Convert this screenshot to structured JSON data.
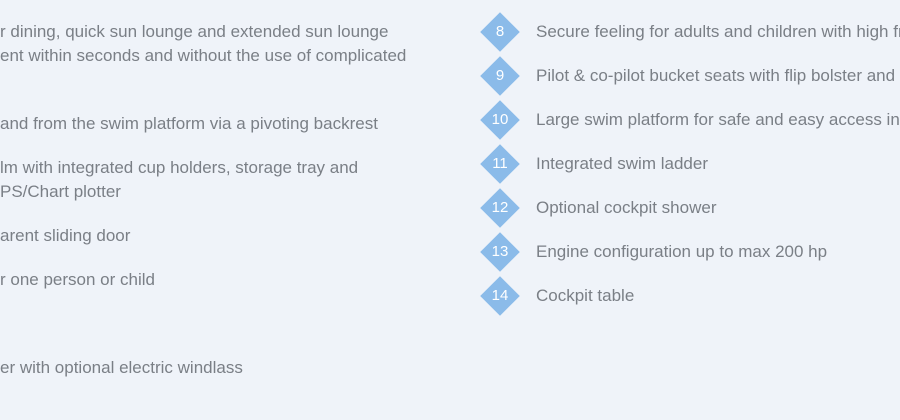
{
  "left_column": {
    "lines": [
      "r dining, quick sun lounge and extended sun lounge",
      "ent within seconds and without the use of complicated",
      " and from the swim platform via a pivoting backrest",
      "lm with integrated cup holders, storage tray and",
      "PS/Chart plotter",
      "arent sliding door",
      "r one person or child",
      "er with optional electric windlass"
    ]
  },
  "features": [
    {
      "number": "8",
      "text": "Secure feeling for adults and children with high fr"
    },
    {
      "number": "9",
      "text": "Pilot & co-pilot bucket seats with flip bolster and"
    },
    {
      "number": "10",
      "text": "Large swim platform for safe and easy access in a"
    },
    {
      "number": "11",
      "text": "Integrated swim ladder"
    },
    {
      "number": "12",
      "text": "Optional cockpit shower"
    },
    {
      "number": "13",
      "text": "Engine configuration up to max 200 hp"
    },
    {
      "number": "14",
      "text": "Cockpit table"
    }
  ],
  "colors": {
    "background": "#eff3f9",
    "badge": "#8bbbe9",
    "text": "#7a7f86"
  }
}
